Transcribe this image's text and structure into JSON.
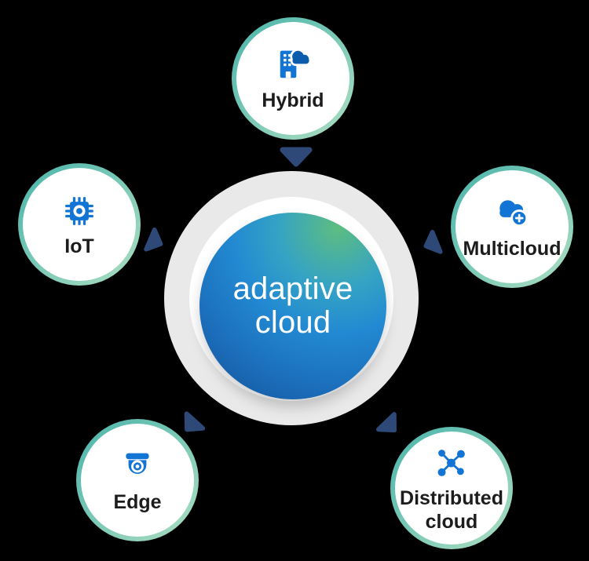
{
  "background_color": "#000000",
  "center": {
    "label": "adaptive cloud",
    "text_color": "#ffffff",
    "outer_ring_color": "#e9e9e9",
    "inner_ring_color": "#ffffff",
    "gradient_colors": [
      "#5dbd80",
      "#35a3c4",
      "#2289d2",
      "#114e95"
    ]
  },
  "satellites": [
    {
      "id": "hybrid",
      "label": "Hybrid",
      "icon": "building-cloud-icon",
      "position": "top"
    },
    {
      "id": "iot",
      "label": "IoT",
      "icon": "chip-icon",
      "position": "left"
    },
    {
      "id": "multicloud",
      "label": "Multicloud",
      "icon": "cloud-plus-icon",
      "position": "right"
    },
    {
      "id": "edge",
      "label": "Edge",
      "icon": "dome-camera-icon",
      "position": "bottom-left"
    },
    {
      "id": "distributed-cloud",
      "label": "Distributed cloud",
      "icon": "network-nodes-icon",
      "position": "bottom-right"
    }
  ],
  "arrows": [
    {
      "name": "hybrid-to-center",
      "direction": "down"
    },
    {
      "name": "iot-to-center",
      "direction": "right-down"
    },
    {
      "name": "multicloud-to-center",
      "direction": "left-down"
    },
    {
      "name": "center-to-edge",
      "direction": "down-left"
    },
    {
      "name": "center-to-distributed-cloud",
      "direction": "down-right"
    }
  ],
  "colors": {
    "icon_blue": "#1274d4",
    "icon_dark_blue": "#0b5cad",
    "ring_teal": "#53b8ad",
    "ring_mint": "#a8dcc0",
    "arrow_navy": "#2e4878",
    "label_color": "#1c1c1c",
    "ring_gray": "#e9e9e9"
  }
}
